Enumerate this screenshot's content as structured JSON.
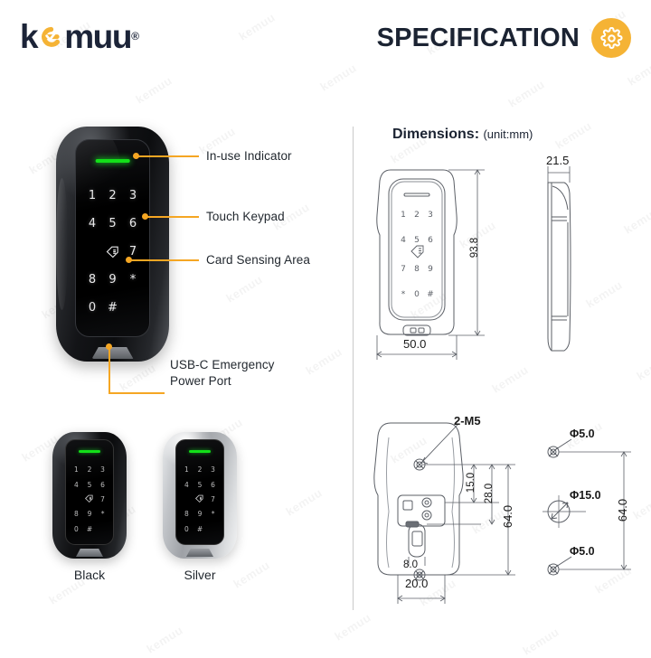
{
  "brand": {
    "name_part1": "k",
    "name_e": "e",
    "name_part2": "muu",
    "registered": "®",
    "logo_color": "#1c2438",
    "accent_color": "#f5b335"
  },
  "header": {
    "title": "SPECIFICATION",
    "gear_icon": "gear-icon",
    "badge_color": "#f5b335"
  },
  "product": {
    "keys": [
      "1",
      "2",
      "3",
      "4",
      "5",
      "6",
      "7",
      "8",
      "9",
      "*",
      "0",
      "#"
    ],
    "card_icon": "card-sensing-icon",
    "led_color": "#13e019",
    "usb_port": "usb-c-port"
  },
  "callouts": [
    {
      "label": "In-use Indicator",
      "target": "led-indicator"
    },
    {
      "label": "Touch Keypad",
      "target": "keypad"
    },
    {
      "label": "Card Sensing Area",
      "target": "card-area"
    },
    {
      "label_line1": "USB-C Emergency",
      "label_line2": "Power Port",
      "target": "usb-port"
    }
  ],
  "callout_color": "#f5a623",
  "variants": [
    {
      "label": "Black",
      "color_key": "black"
    },
    {
      "label": "Silver",
      "color_key": "silver"
    }
  ],
  "dimensions": {
    "heading_bold": "Dimensions:",
    "heading_unit": "(unit:mm)",
    "front_view": {
      "height": "93.8",
      "width": "50.0"
    },
    "side_view": {
      "thickness": "21.5"
    },
    "back_view": {
      "screw_spec": "2-M5",
      "d_15": "15.0",
      "d_28": "28.0",
      "d_64": "64.0",
      "d_8": "8.0",
      "d_20": "20.0"
    },
    "hole_pattern": {
      "top_hole": "Φ5.0",
      "center_hole": "Φ15.0",
      "bottom_hole": "Φ5.0",
      "span": "64.0"
    }
  },
  "watermark": {
    "text": "kemuu"
  }
}
